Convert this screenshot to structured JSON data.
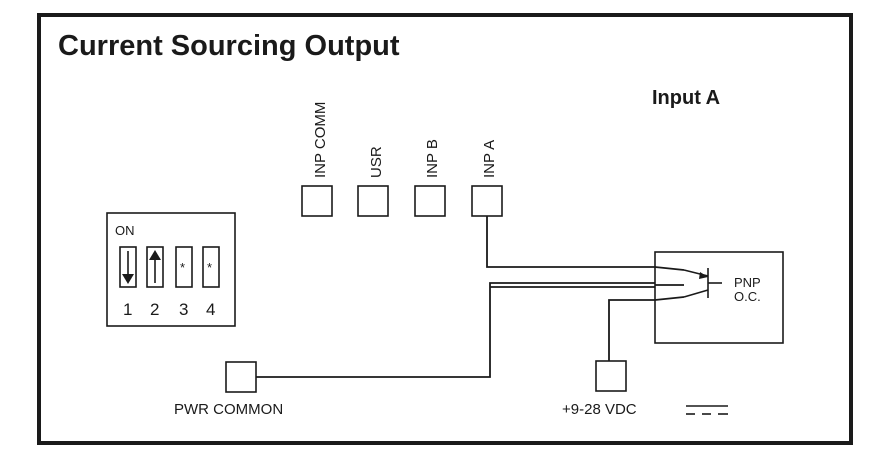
{
  "title": "Current Sourcing Output",
  "subtitle": "Input A",
  "terminals": {
    "inp_comm": "INP COMM",
    "usr": "USR",
    "inp_b": "INP B",
    "inp_a": "INP A"
  },
  "dip_switch": {
    "on_label": "ON",
    "positions": [
      "1",
      "2",
      "3",
      "4"
    ],
    "states": [
      "down",
      "up",
      "*",
      "*"
    ]
  },
  "device": {
    "type_label": "PNP",
    "output_label": "O.C."
  },
  "power": {
    "common_label": "PWR COMMON",
    "supply_label": "+9-28 VDC"
  }
}
